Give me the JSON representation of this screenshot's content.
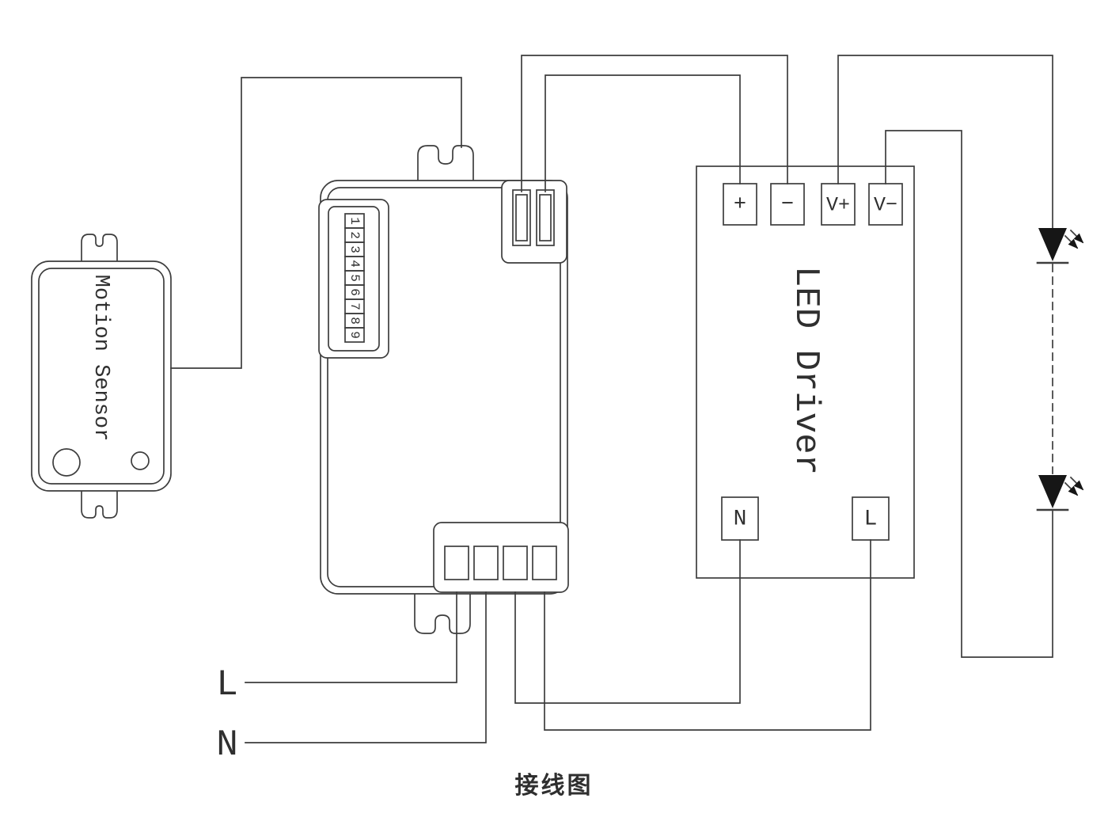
{
  "diagram": {
    "title": "接线图",
    "colors": {
      "line": "#3d3d3d",
      "text": "#2f2f2f",
      "led_fill": "#161616",
      "background": "#ffffff"
    },
    "motion_sensor": {
      "label": "Motion Sensor"
    },
    "controller": {
      "dip_digits": [
        "1",
        "2",
        "3",
        "4",
        "5",
        "6",
        "7",
        "8",
        "9"
      ]
    },
    "led_driver": {
      "label": "LED Driver",
      "terminals": {
        "plus": "+",
        "minus": "−",
        "v_plus": "V+",
        "v_minus": "V−",
        "neutral": "N",
        "live": "L"
      }
    },
    "mains": {
      "live": "L",
      "neutral": "N"
    }
  }
}
